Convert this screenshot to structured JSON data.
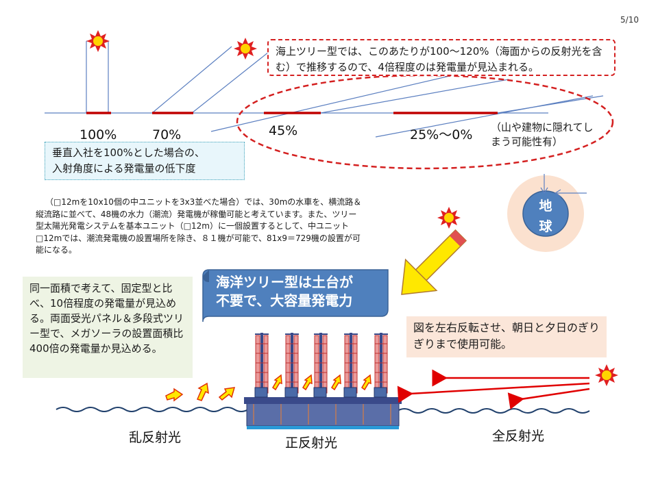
{
  "page_number": "5/10",
  "percent_labels": {
    "p100": "100%",
    "p70": "70%",
    "p45": "45%",
    "p25": "25%～0%"
  },
  "mountain_note": "（山や建物に隠れてしまう可能性有）",
  "red_note": "海上ツリー型では、このあたりが100～120%（海面からの反射光を含む）で推移するので、4倍程度のは発電量が見込まれる。",
  "info_box": {
    "line1": "垂直入社を100%とした場合の、",
    "line2": "入射角度による発電量の低下度"
  },
  "paragraph": "（□12mを10x10個の中ユニットを3x3並べた場合）では、30mの水車を、横流路＆縦流路に並べて、48機の水力（潮流）発電機が稼働可能と考えています。また、ツリー型太陽光発電システムを基本ユニット（□12m）に一個設置するとして、中ユニット□12mでは、潮流発電機の設置場所を除き、８１機が可能で、81x9＝729機の設置が可能になる。",
  "earth_label": {
    "line1": "地",
    "line2": "球"
  },
  "green_box": "同一面積で考えて、固定型と比べ、10倍程度の発電量が見込める。両面受光パネル＆多段式ツリー型で、メガソーラの設置面積比400倍の発電量か見込める。",
  "banner": {
    "line1": "海洋ツリー型は土台が",
    "line2": "不要で、大容量発電力"
  },
  "peach_box": "図を左右反転させ、朝日と夕日のぎりぎりまで使用可能。",
  "bottom_labels": {
    "diffuse": "乱反射光",
    "specular": "正反射光",
    "total": "全反射光"
  },
  "colors": {
    "sun": "#e02020",
    "sun_center": "#ffd400",
    "red_dash": "#d42020",
    "blue_line": "#5b7fc0",
    "banner_blue": "#4f80bd",
    "earth_blue": "#4f80bd",
    "earth_halo": "#fbe1cf",
    "yellow_arrow": "#ffe800",
    "wave": "#1f3f6b"
  },
  "icons": [
    "sun-icon",
    "big-yellow-arrow-icon",
    "tree-tower-icon",
    "earth-icon"
  ]
}
